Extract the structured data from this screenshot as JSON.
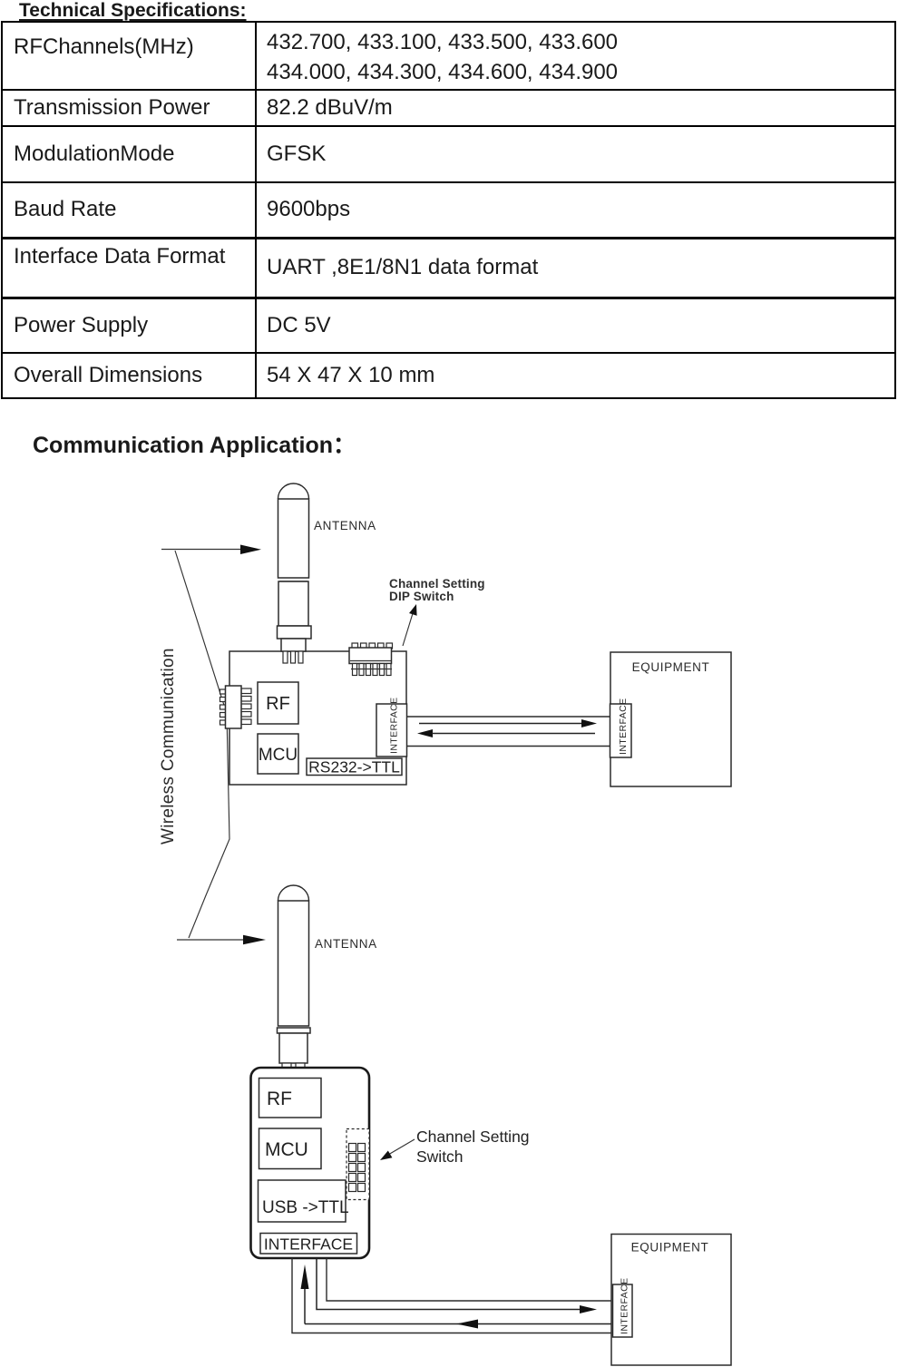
{
  "headings": {
    "technical": "Technical Specifications:",
    "application": "Communication Application："
  },
  "spec_table": {
    "rows": [
      {
        "label": "RFChannels(MHz)",
        "value": "432.700, 433.100, 433.500, 433.600",
        "value2": "434.000, 434.300, 434.600, 434.900"
      },
      {
        "label": "Transmission Power",
        "value": "82.2 dBuV/m"
      },
      {
        "label": "ModulationMode",
        "value": "GFSK"
      },
      {
        "label": "Baud Rate",
        "value": "9600bps"
      },
      {
        "label": "Interface Data Format",
        "value": "UART ,8E1/8N1 data format"
      },
      {
        "label": "Power Supply",
        "value": "DC 5V"
      },
      {
        "label": "Overall Dimensions",
        "value": "54 X 47 X 10 mm"
      }
    ]
  },
  "diagram": {
    "wireless_label": "Wireless Communication",
    "station_a": {
      "antenna_label": "ANTENNA",
      "note_line1": "Channel Setting",
      "note_line2": "DIP Switch",
      "rf": "RF",
      "mcu": "MCU",
      "converter": "RS232->TTL",
      "interface": "INTERFACE",
      "equipment": "EQUIPMENT",
      "equipment_interface": "INTERFACE"
    },
    "station_b": {
      "antenna_label": "ANTENNA",
      "note_line1": "Channel Setting",
      "note_line2": "Switch",
      "rf": "RF",
      "mcu": "MCU",
      "converter": "USB ->TTL",
      "interface": "INTERFACE",
      "equipment": "EQUIPMENT",
      "equipment_interface": "INTERFACE"
    }
  },
  "colors": {
    "background": "#ffffff",
    "text": "#1a1a1a",
    "table_border": "#000000",
    "diagram_line": "#2b2b2b"
  }
}
